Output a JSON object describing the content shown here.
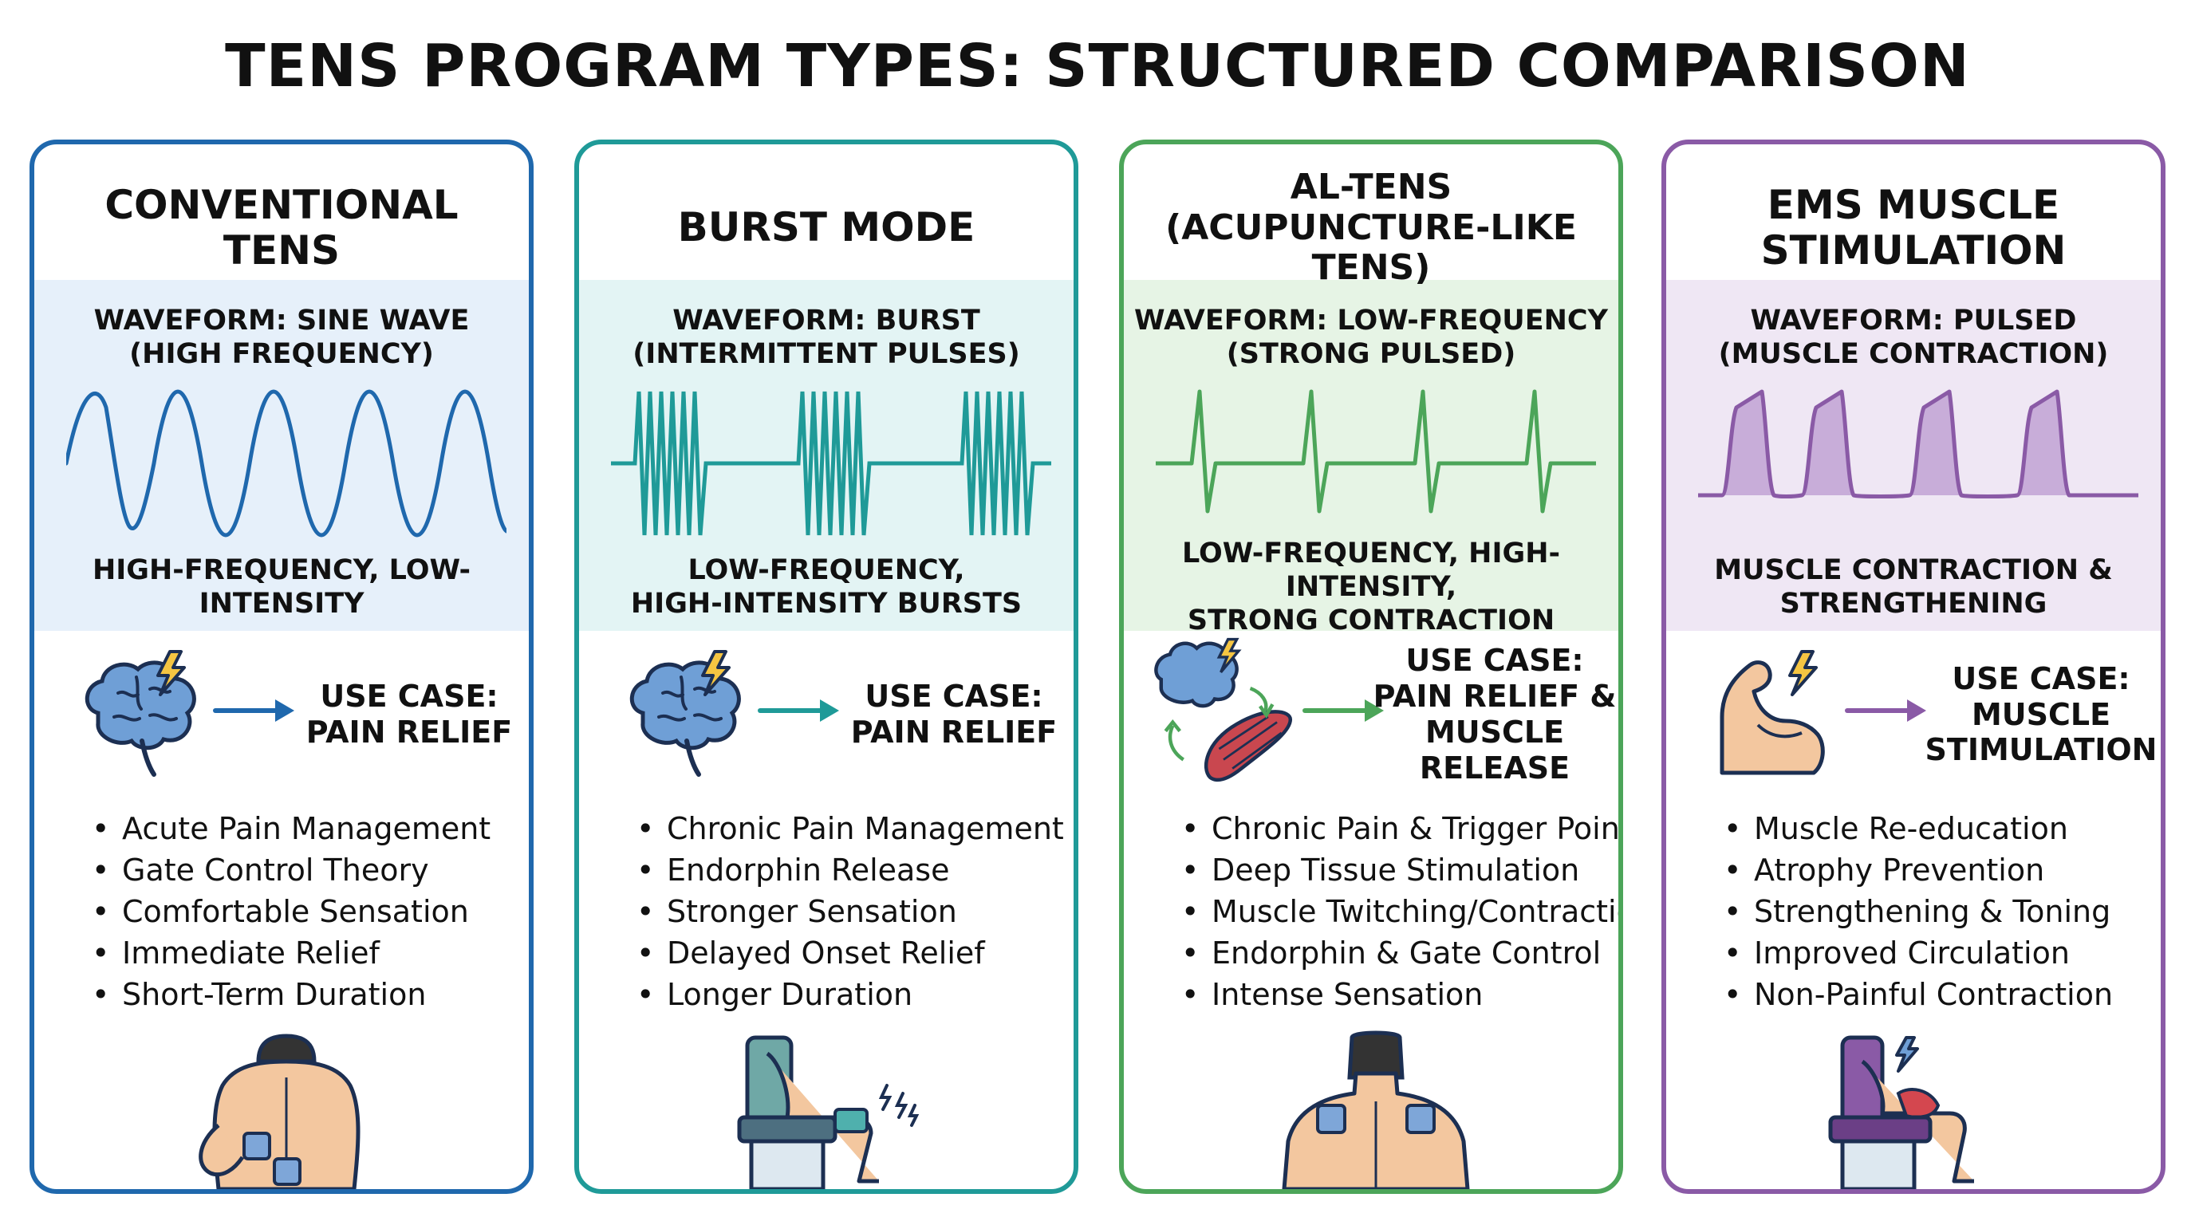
{
  "page_title": "TENS PROGRAM TYPES: STRUCTURED COMPARISON",
  "cards": [
    {
      "title": "CONVENTIONAL\nTENS",
      "waveform": "WAVEFORM: SINE WAVE\n(HIGH FREQUENCY)",
      "characteristic": "HIGH-FREQUENCY, LOW-INTENSITY",
      "use_case": "USE CASE:\nPAIN RELIEF",
      "bullets": [
        "Acute Pain Management",
        "Gate Control Theory",
        "Comfortable Sensation",
        "Immediate Relief",
        "Short-Term Duration"
      ],
      "colors": {
        "border": "#1f68ad",
        "band": "#e6f0fa",
        "wave": "#1f68ad"
      },
      "icon": "brain-lightning-icon",
      "illustration": "lower-back-electrodes-illustration"
    },
    {
      "title": "BURST MODE",
      "waveform": "WAVEFORM: BURST\n(INTERMITTENT PULSES)",
      "characteristic": "LOW-FREQUENCY,\nHIGH-INTENSITY BURSTS",
      "use_case": "USE CASE:\nPAIN RELIEF",
      "bullets": [
        "Chronic Pain Management",
        "Endorphin Release",
        "Stronger Sensation",
        "Delayed Onset Relief",
        "Longer Duration"
      ],
      "colors": {
        "border": "#1f9a98",
        "band": "#e3f4f4",
        "wave": "#1f9a98"
      },
      "icon": "brain-lightning-icon",
      "illustration": "seated-knee-electrodes-illustration"
    },
    {
      "title": "AL-TENS\n(ACUPUNCTURE-LIKE TENS)",
      "waveform": "WAVEFORM: LOW-FREQUENCY\n(STRONG PULSED)",
      "characteristic": "LOW-FREQUENCY, HIGH-INTENSITY,\nSTRONG CONTRACTION",
      "use_case": "USE CASE:\nPAIN RELIEF &\nMUSCLE RELEASE",
      "bullets": [
        "Chronic Pain & Trigger Points",
        "Deep Tissue Stimulation",
        "Muscle Twitching/Contraction",
        "Endorphin & Gate Control",
        "Intense Sensation"
      ],
      "colors": {
        "border": "#4ca559",
        "band": "#e6f4e5",
        "wave": "#4ca559"
      },
      "icon": "brain-muscle-cycle-icon",
      "illustration": "shoulder-electrodes-illustration"
    },
    {
      "title": "EMS MUSCLE\nSTIMULATION",
      "waveform": "WAVEFORM: PULSED\n(MUSCLE CONTRACTION)",
      "characteristic": "MUSCLE CONTRACTION &\nSTRENGTHENING",
      "use_case": "USE CASE:\nMUSCLE\nSTIMULATION",
      "bullets": [
        "Muscle Re-education",
        "Atrophy Prevention",
        "Strengthening & Toning",
        "Improved Circulation",
        "Non-Painful Contraction"
      ],
      "colors": {
        "border": "#8a5aa6",
        "band": "#efe7f4",
        "wave": "#8a5aa6"
      },
      "icon": "flexed-bicep-lightning-icon",
      "illustration": "seated-thigh-electrodes-illustration"
    }
  ]
}
